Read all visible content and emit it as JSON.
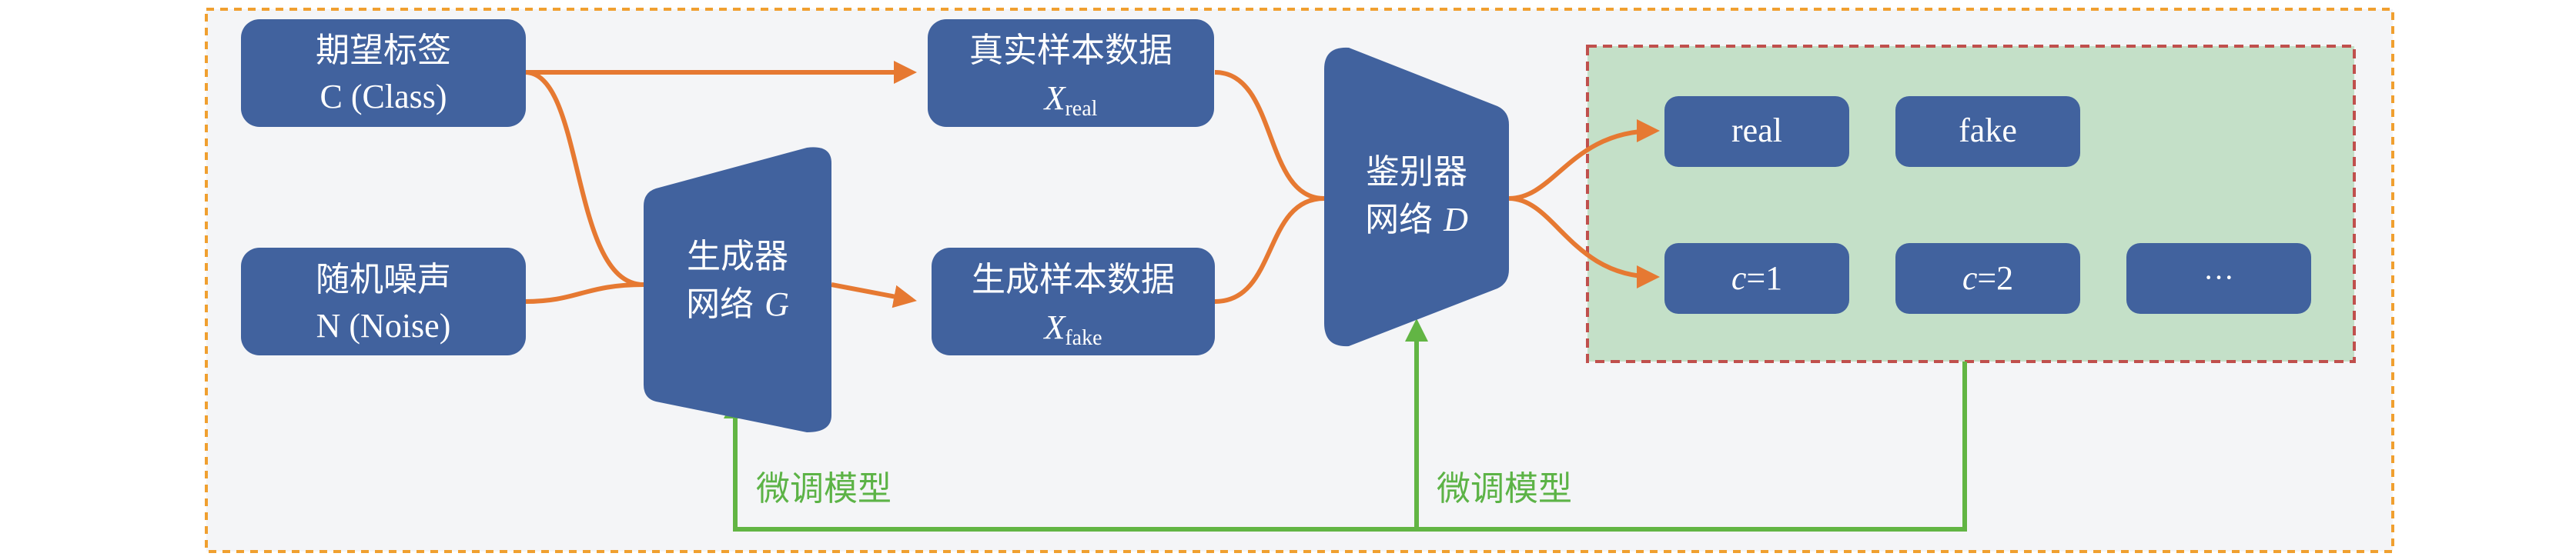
{
  "colors": {
    "box_fill": "#41629e",
    "orange": "#e67932",
    "green": "#62b544",
    "panel_fill": "#c4e0c8",
    "panel_border": "#c0504d",
    "outer_border": "#f0a030",
    "background": "#f4f5f7"
  },
  "nodes": {
    "label_box": {
      "line1": "期望标签",
      "line2": "C (Class)"
    },
    "noise_box": {
      "line1": "随机噪声",
      "line2": "N (Noise)"
    },
    "real_data_box": {
      "line1": "真实样本数据",
      "var": "X",
      "sub": "real"
    },
    "fake_data_box": {
      "line1": "生成样本数据",
      "var": "X",
      "sub": "fake"
    },
    "generator": {
      "line1": "生成器",
      "line2_prefix": "网络 ",
      "line2_var": "G"
    },
    "discriminator": {
      "line1": "鉴别器",
      "line2_prefix": "网络 ",
      "line2_var": "D"
    }
  },
  "outputs": {
    "real": "real",
    "fake": "fake",
    "class1_var": "c",
    "class1_val": "=1",
    "class2_var": "c",
    "class2_val": "=2",
    "ellipsis": "···"
  },
  "feedback": {
    "generator_label": "微调模型",
    "discriminator_label": "微调模型"
  }
}
